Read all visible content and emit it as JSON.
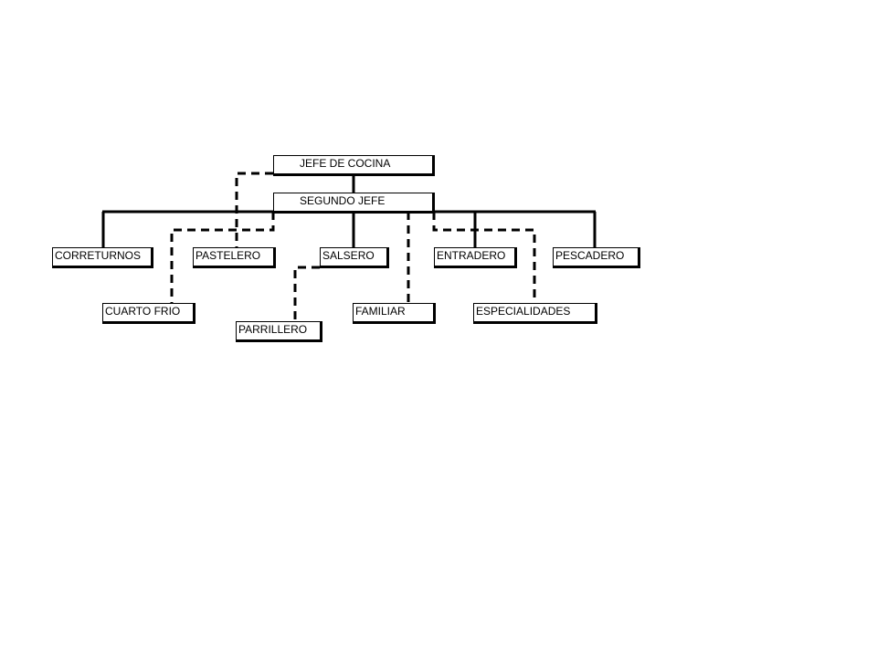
{
  "nodes": {
    "jefe_de_cocina": "JEFE DE COCINA",
    "segundo_jefe": "SEGUNDO JEFE",
    "correturnos": "CORRETURNOS",
    "pastelero": "PASTELERO",
    "salsero": "SALSERO",
    "entradero": "ENTRADERO",
    "pescadero": "PESCADERO",
    "cuarto_frio": "CUARTO  FRIO",
    "parrillero": "PARRILLERO",
    "familiar": "FAMILIAR",
    "especialidades": "ESPECIALIDADES"
  },
  "colors": {
    "line": "#000000",
    "box_fill": "#ffffff"
  }
}
